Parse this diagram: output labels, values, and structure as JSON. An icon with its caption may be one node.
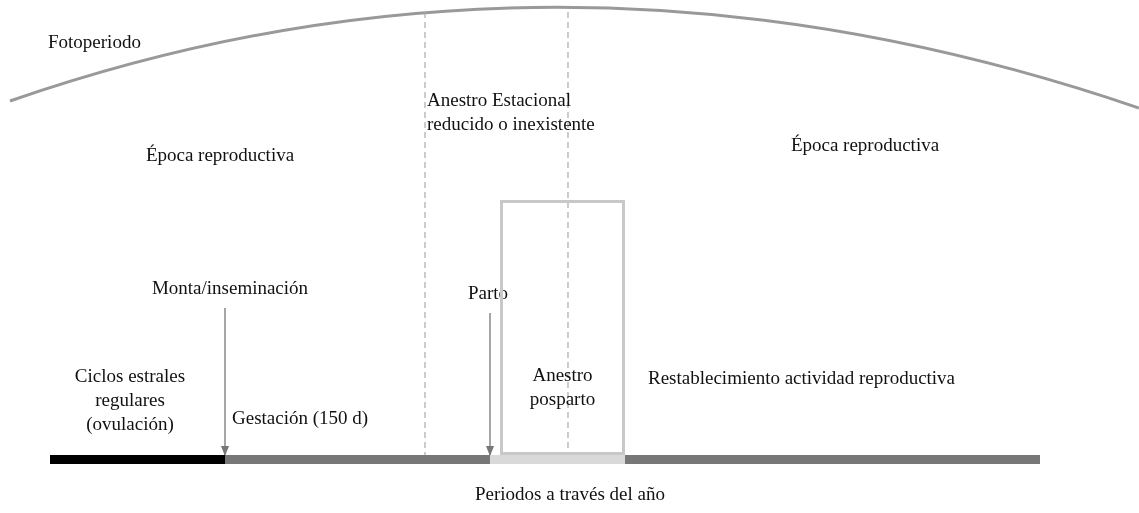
{
  "diagram": {
    "nodes": [
      {
        "text": [
          "Monta/inseminación"
        ]
      },
      {
        "text": [
          "Parto"
        ]
      },
      {
        "text": [],
        "shape": "bar"
      },
      {
        "text": [],
        "shape": "bar"
      },
      {
        "text": [],
        "shape": "bar"
      },
      {
        "text": [],
        "shape": "bar"
      },
      {
        "text": [
          "Anestro posparto"
        ]
      }
    ],
    "edges": [
      {
        "from": 0,
        "to": 3,
        "arrow": "to"
      },
      {
        "from": 1,
        "to": 4,
        "arrow": "to"
      }
    ],
    "labels": [
      "Fotoperiodo",
      "Anestro Estacional reducido o inexistente",
      "Época reproductiva",
      "Época reproductiva",
      "Restablecimiento actividad reproductiva",
      "Ciclos estrales regulares (ovulación)",
      "Gestación (150 d)",
      "Periodos a través del año"
    ]
  }
}
